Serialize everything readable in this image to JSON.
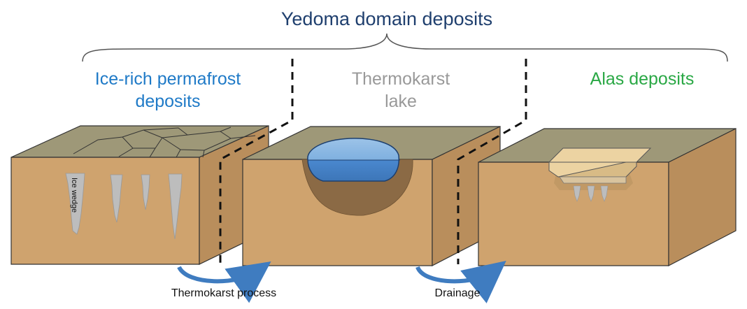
{
  "title": "Yedoma domain deposits",
  "panels": [
    {
      "label_line1": "Ice-rich permafrost",
      "label_line2": "deposits",
      "color": "#1f7ac7"
    },
    {
      "label_line1": "Thermokarst",
      "label_line2": "lake",
      "color": "#999999"
    },
    {
      "label_line1": "Alas deposits",
      "label_line2": "",
      "color": "#2aa845"
    }
  ],
  "ice_wedge_label": "Ice wedge",
  "processes": [
    {
      "label": "Thermokarst process"
    },
    {
      "label": "Drainage"
    }
  ],
  "colors": {
    "soil_front": "#cfa36e",
    "soil_side": "#b98e5c",
    "ground_top": "#9e9878",
    "lake_water": "#5b9bd5",
    "lake_sediment": "#8b6a45",
    "ice": "#bdbdbd",
    "alas": "#ecd3a2",
    "arrow": "#3f7cc0"
  }
}
